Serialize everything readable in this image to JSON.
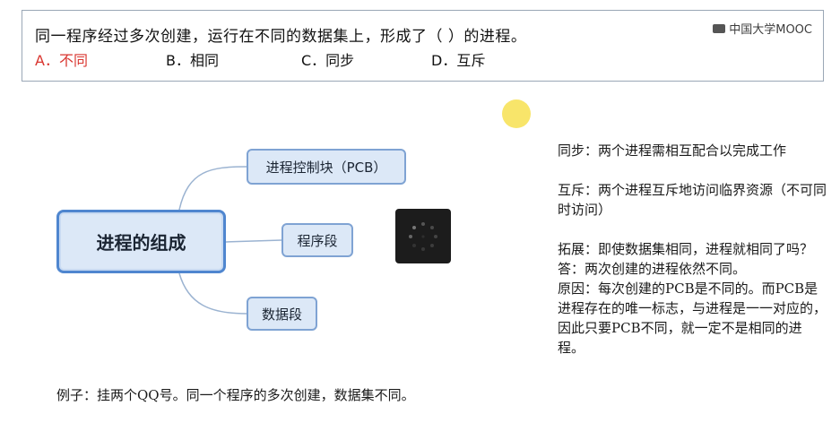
{
  "header": {
    "question": "同一程序经过多次创建，运行在不同的数据集上，形成了（    ）的进程。",
    "logo_text": "中国大学MOOC",
    "options": [
      {
        "label": "A．不同"
      },
      {
        "label": "B．相同"
      },
      {
        "label": "C．同步"
      },
      {
        "label": "D．互斥"
      }
    ],
    "correct_color": "#d9352f"
  },
  "mindmap": {
    "root": "进程的组成",
    "children": [
      "进程控制块（PCB）",
      "程序段",
      "数据段"
    ]
  },
  "example": "例子：挂两个QQ号。同一个程序的多次创建，数据集不同。",
  "notes": [
    "同步：两个进程需相互配合以完成工作",
    "",
    "互斥：两个进程互斥地访问临界资源（不可同时访问）",
    "",
    "拓展：即使数据集相同，进程就相同了吗？",
    "答：两次创建的进程依然不同。",
    "原因：每次创建的PCB是不同的。而PCB是进程存在的唯一标志，与进程是一一对应的，因此只要PCB不同，就一定不是相同的进程。"
  ]
}
